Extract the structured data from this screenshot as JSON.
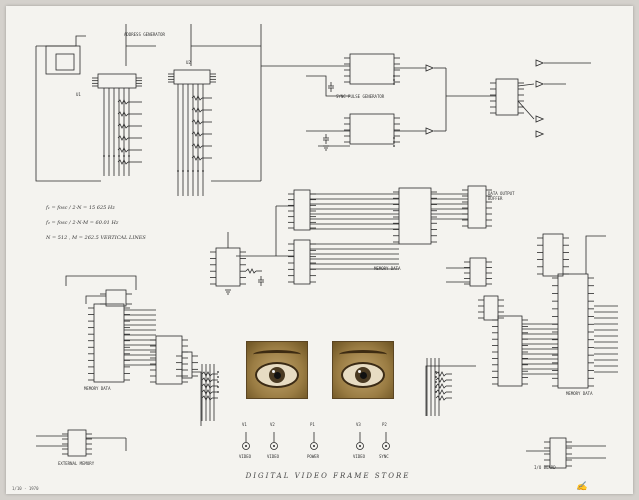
{
  "title": "DIGITAL VIDEO FRAME STORE",
  "notes": {
    "left_label_1": "MEMORY DATA",
    "left_label_2": "EXTERNAL MEMORY",
    "right_label_1": "MEMORY DATA",
    "right_label_2": "I/O BOARD",
    "gen_label": "ADDRESS GENERATOR",
    "sync_label": "SYNC PULSE GENERATOR",
    "buffer_label": "DATA OUTPUT BUFFER",
    "edition": "1/10 · 1970",
    "signature": "✍"
  },
  "connectors": [
    "V1",
    "V2",
    "P1",
    "V3",
    "P2"
  ],
  "connector_labels": [
    "VIDEO",
    "VIDEO",
    "POWER",
    "VIDEO",
    "SYNC"
  ],
  "colors": {
    "paper": "#f4f3ef",
    "ink": "#2a2a2a",
    "photo": "#9a7c43"
  },
  "icons": [
    "eye-photo-left",
    "eye-photo-right"
  ]
}
